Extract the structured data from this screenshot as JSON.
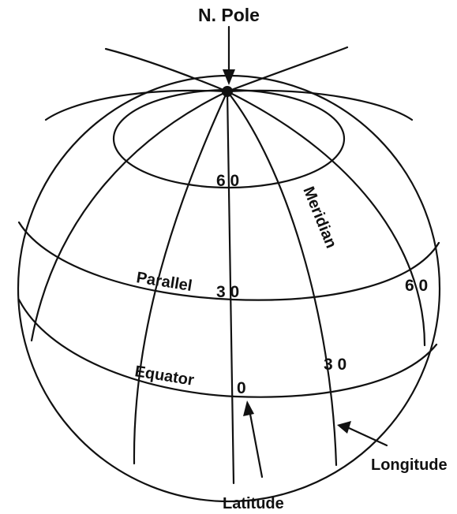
{
  "labels": {
    "n_pole": "N. Pole",
    "meridian": "Meridian",
    "parallel": "Parallel",
    "equator": "Equator",
    "longitude": "Longitude",
    "latitude": "Latitude"
  },
  "degree_marks": {
    "lat_60": "6 0",
    "lat_30": "3 0",
    "lat_0": "0",
    "lon_30": "3 0",
    "lon_60": "6 0"
  }
}
